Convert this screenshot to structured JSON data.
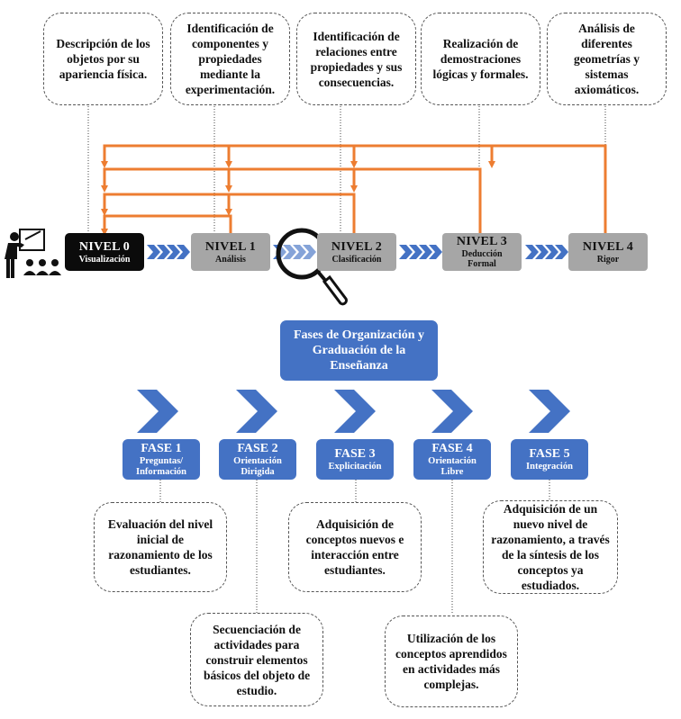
{
  "descriptions": [
    "Descripción de los objetos por su apariencia física.",
    "Identificación de componentes y propiedades mediante la experimentación.",
    "Identificación de relaciones entre propiedades y sus consecuencias.",
    "Realización de demostraciones lógicas y formales.",
    "Análisis de diferentes geometrías y sistemas axiomáticos."
  ],
  "levels": [
    {
      "title": "NIVEL 0",
      "subtitle": "Visualización"
    },
    {
      "title": "NIVEL 1",
      "subtitle": "Análisis"
    },
    {
      "title": "NIVEL 2",
      "subtitle": "Clasificación"
    },
    {
      "title": "NIVEL 3",
      "subtitle": "Deducción Formal"
    },
    {
      "title": "NIVEL 4",
      "subtitle": "Rigor"
    }
  ],
  "phases_title": "Fases de Organización y Graduación de la Enseñanza",
  "phases": [
    {
      "title": "FASE 1",
      "subtitle": "Preguntas/ Información"
    },
    {
      "title": "FASE 2",
      "subtitle": "Orientación Dirigida"
    },
    {
      "title": "FASE 3",
      "subtitle": "Explicitación"
    },
    {
      "title": "FASE 4",
      "subtitle": "Orientación Libre"
    },
    {
      "title": "FASE 5",
      "subtitle": "Integración"
    }
  ],
  "phase_descriptions": [
    "Evaluación del nivel inicial de razonamiento de los estudiantes.",
    "Secuenciación de actividades para construir elementos básicos del objeto de estudio.",
    "Adquisición de conceptos nuevos e interacción entre estudiantes.",
    "Utilización de los conceptos aprendidos en actividades más complejas.",
    "Adquisición de un nuevo nivel de razonamiento, a través de la síntesis de los conceptos ya estudiados."
  ],
  "colors": {
    "orange": "#ed7d31",
    "blue": "#4472c4",
    "gray": "#a6a6a6",
    "black": "#0b0b0b"
  },
  "icons": [
    "teacher-icon",
    "magnifier-icon",
    "chevron-arrow-icon"
  ]
}
